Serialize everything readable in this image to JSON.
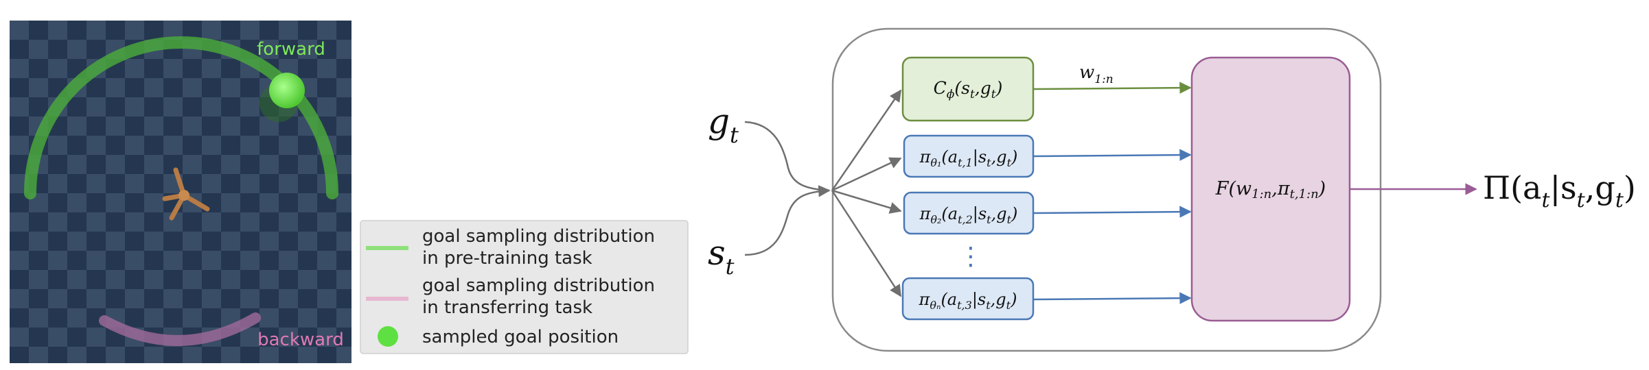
{
  "sim": {
    "forward_label": "forward",
    "backward_label": "backward",
    "colors": {
      "floor_dark": "#253750",
      "floor_light": "#3a4d66",
      "forward": "#4caf3a",
      "backward": "#a06a9a",
      "goal": "#6ee64a"
    }
  },
  "legend": {
    "items": [
      {
        "line1": "goal sampling distribution",
        "line2": "in pre-training task",
        "marker": "green-line"
      },
      {
        "line1": "goal sampling distribution",
        "line2": "in transferring task",
        "marker": "pink-line"
      },
      {
        "line1": "sampled goal position",
        "line2": "",
        "marker": "green-dot"
      }
    ],
    "colors": {
      "green_line": "#8fe07a",
      "pink_line": "#e7b7d1",
      "dot": "#5fe042",
      "bg": "#e8e8e8"
    }
  },
  "diagram": {
    "inputs": {
      "g": "g",
      "g_sub": "t",
      "s": "s",
      "s_sub": "t"
    },
    "classifier": {
      "label": "Cϕ(st,gt)",
      "fill": "#e3efd8",
      "stroke": "#6b8e3e"
    },
    "weight_label": "w1:n",
    "policies": [
      {
        "label": "πθ1(at,1|st,gt)"
      },
      {
        "label": "πθ2(at,2|st,gt)"
      },
      {
        "label": "πθn(at,3|st,gt)"
      }
    ],
    "ellipsis": "⋮",
    "combiner": {
      "label": "F(w1:n,πt,1:n)",
      "fill": "#e7d3e1",
      "stroke": "#9a5c94"
    },
    "output": "Π(at|st,gt)",
    "colors": {
      "policy_fill": "#dde8f6",
      "policy_stroke": "#4a78b5",
      "gray_arrow": "#6f6f6f",
      "green_arrow": "#6b8e3e",
      "blue_arrow": "#4a78b5",
      "purple_arrow": "#9a5c94"
    }
  }
}
